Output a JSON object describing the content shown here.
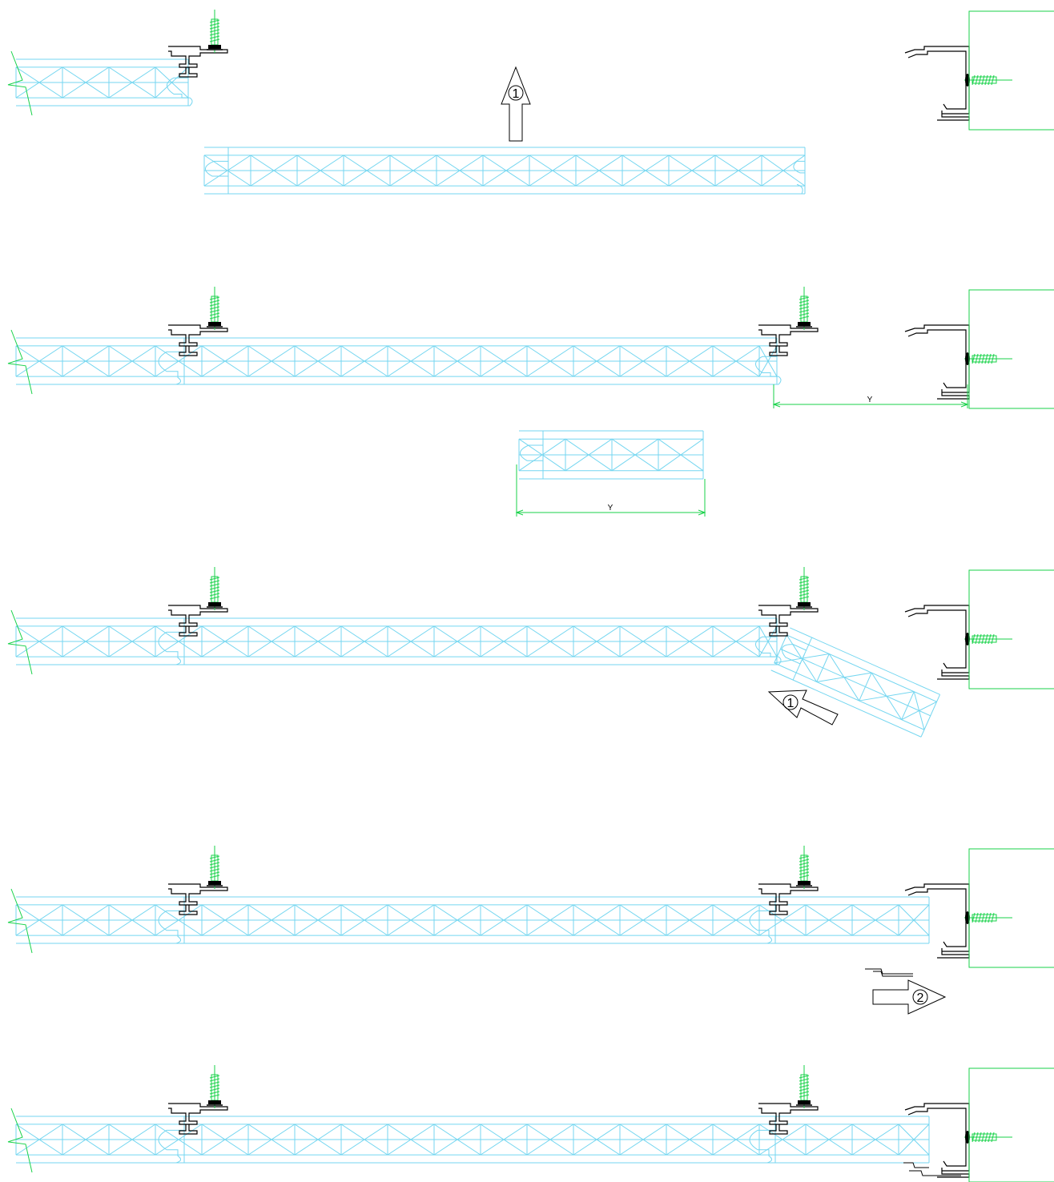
{
  "colors": {
    "panel": "#74d6f0",
    "fastener": "#19d24a",
    "frame": "#19d24a",
    "dimension": "#19d24a",
    "profile": "#000000"
  },
  "steps": [
    {
      "number": "1",
      "arrow": "up"
    },
    {
      "dimension_label": "Y",
      "cut_dimension_label": "Y"
    },
    {
      "number": "1",
      "arrow": "up-left"
    },
    {
      "number": "2",
      "arrow": "right"
    },
    {}
  ]
}
